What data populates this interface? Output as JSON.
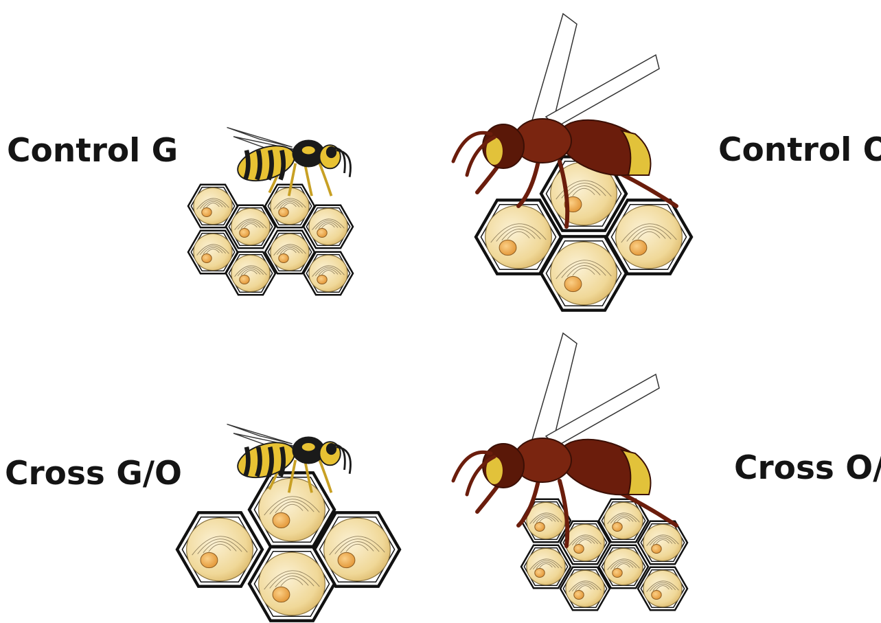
{
  "panels": {
    "control_g": {
      "label": "Control G"
    },
    "control_o": {
      "label": "Control O"
    },
    "cross_g_o": {
      "label": "Cross G/O"
    },
    "cross_o_g": {
      "label": "Cross O/G"
    }
  },
  "colors": {
    "wasp_yellow": "#e8c233",
    "wasp_black": "#1a1a1a",
    "hornet_brown": "#6b1d0c",
    "hornet_yellow": "#e2c23a",
    "cell_fill": "#f3dfa6",
    "larva": "#f0b45c",
    "comb_border": "#111111"
  },
  "icons": [
    "wasp-icon",
    "hornet-icon",
    "comb-icon"
  ]
}
